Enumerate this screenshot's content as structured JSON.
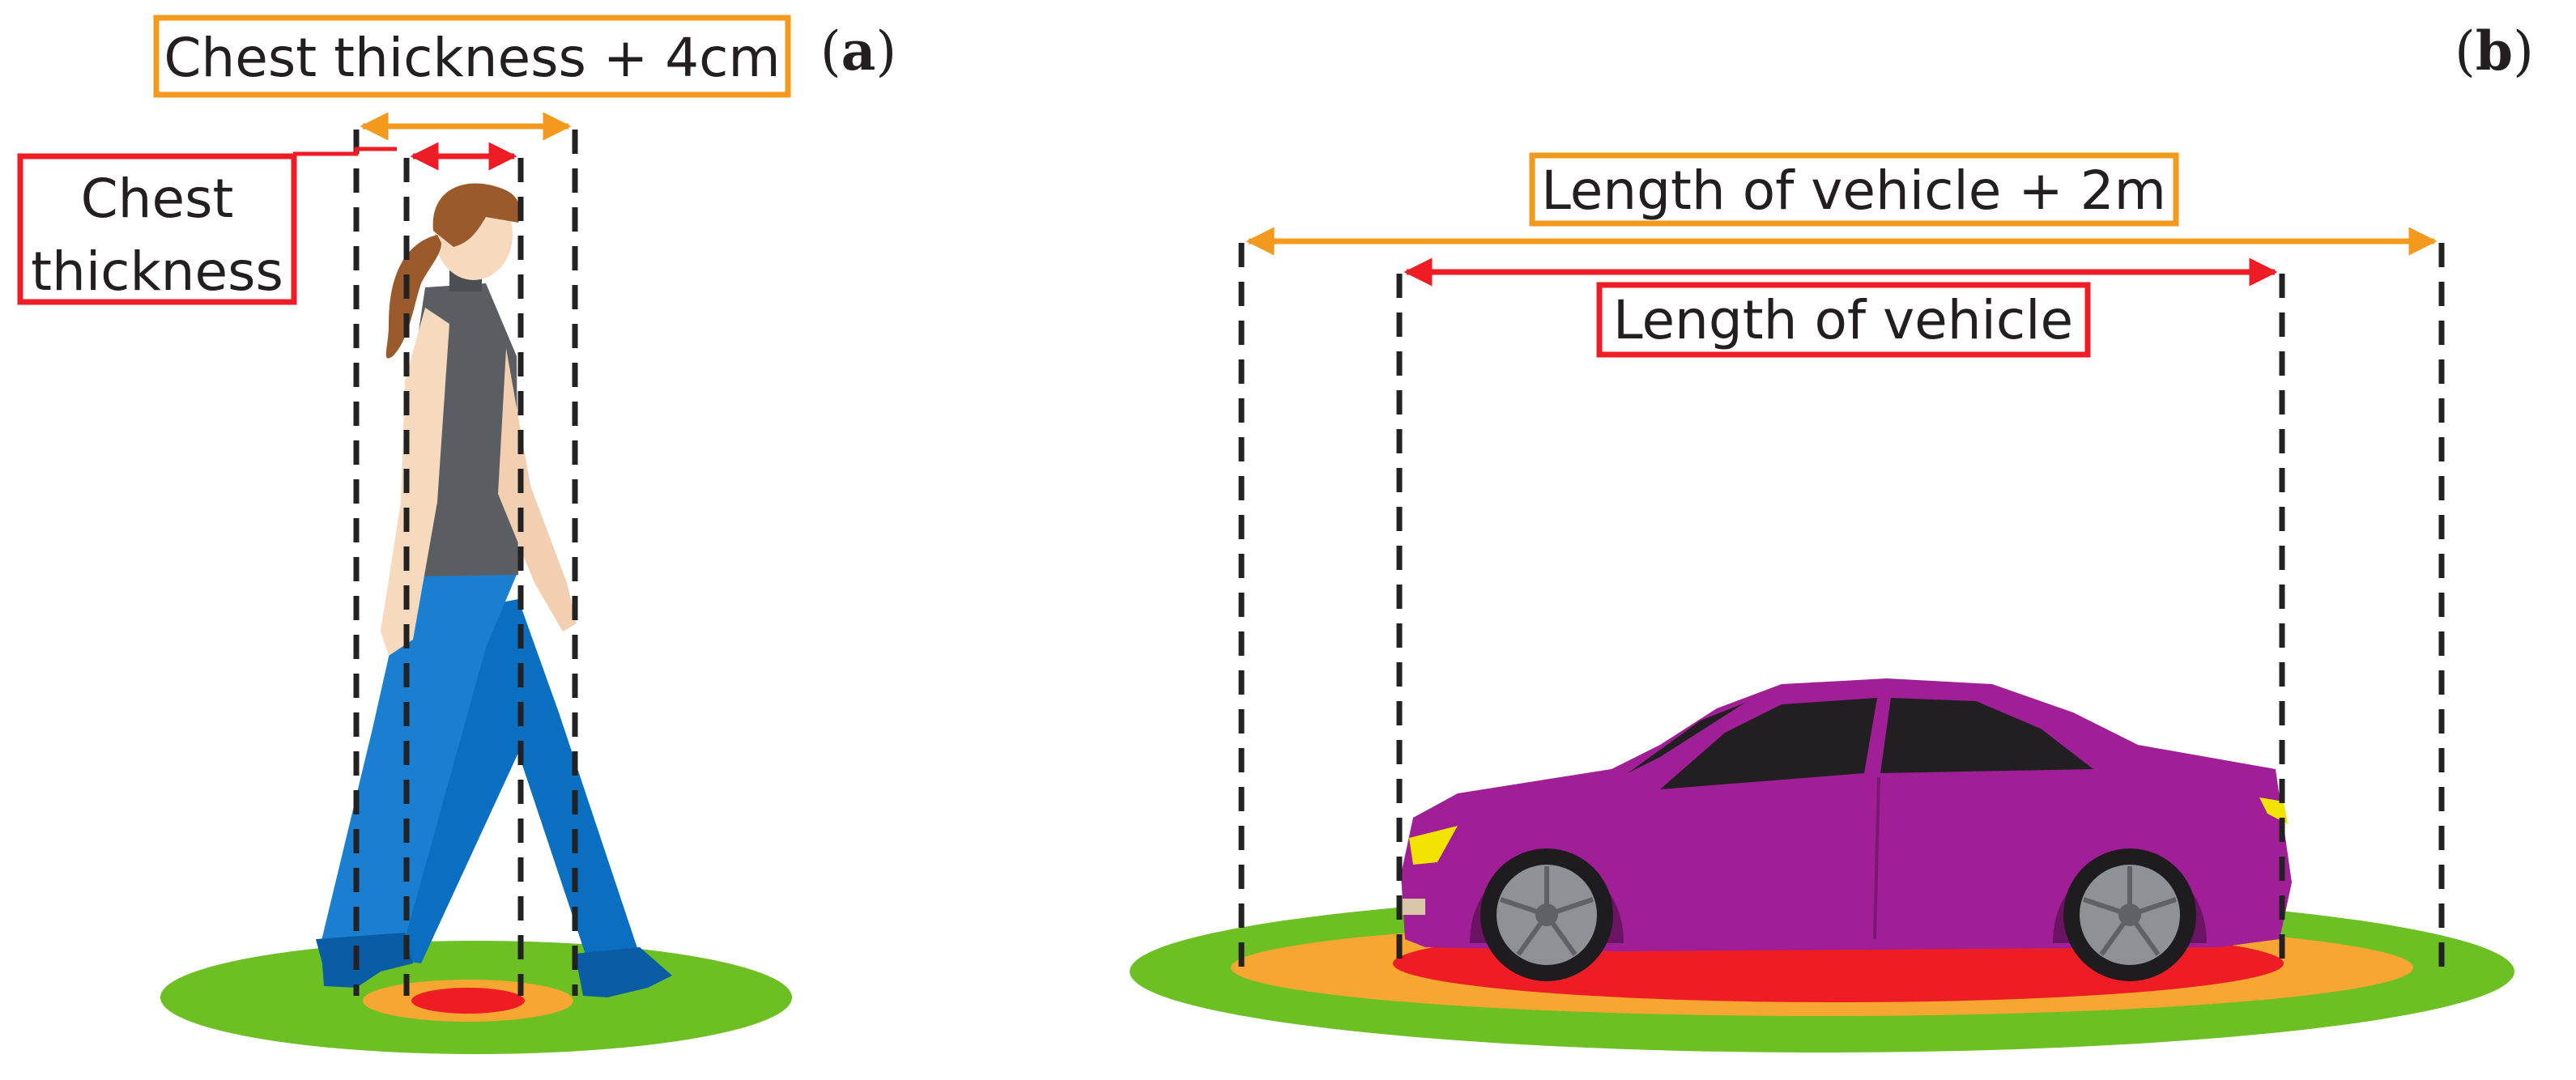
{
  "panel_a": {
    "letter": "a",
    "outer_label": "Chest thickness + 4cm",
    "inner_label_line1": "Chest",
    "inner_label_line2": "thickness"
  },
  "panel_b": {
    "letter": "b",
    "outer_label": "Length of vehicle + 2m",
    "inner_label": "Length of vehicle"
  },
  "colors": {
    "orange": "#f39a1e",
    "red": "#ee1c24",
    "green": "#6cc024",
    "car_body": "#a01f96",
    "jeans": "#0a6fc1",
    "top": "#5a5e62",
    "skin": "#f7d9bd",
    "hair": "#9a5a2c"
  }
}
